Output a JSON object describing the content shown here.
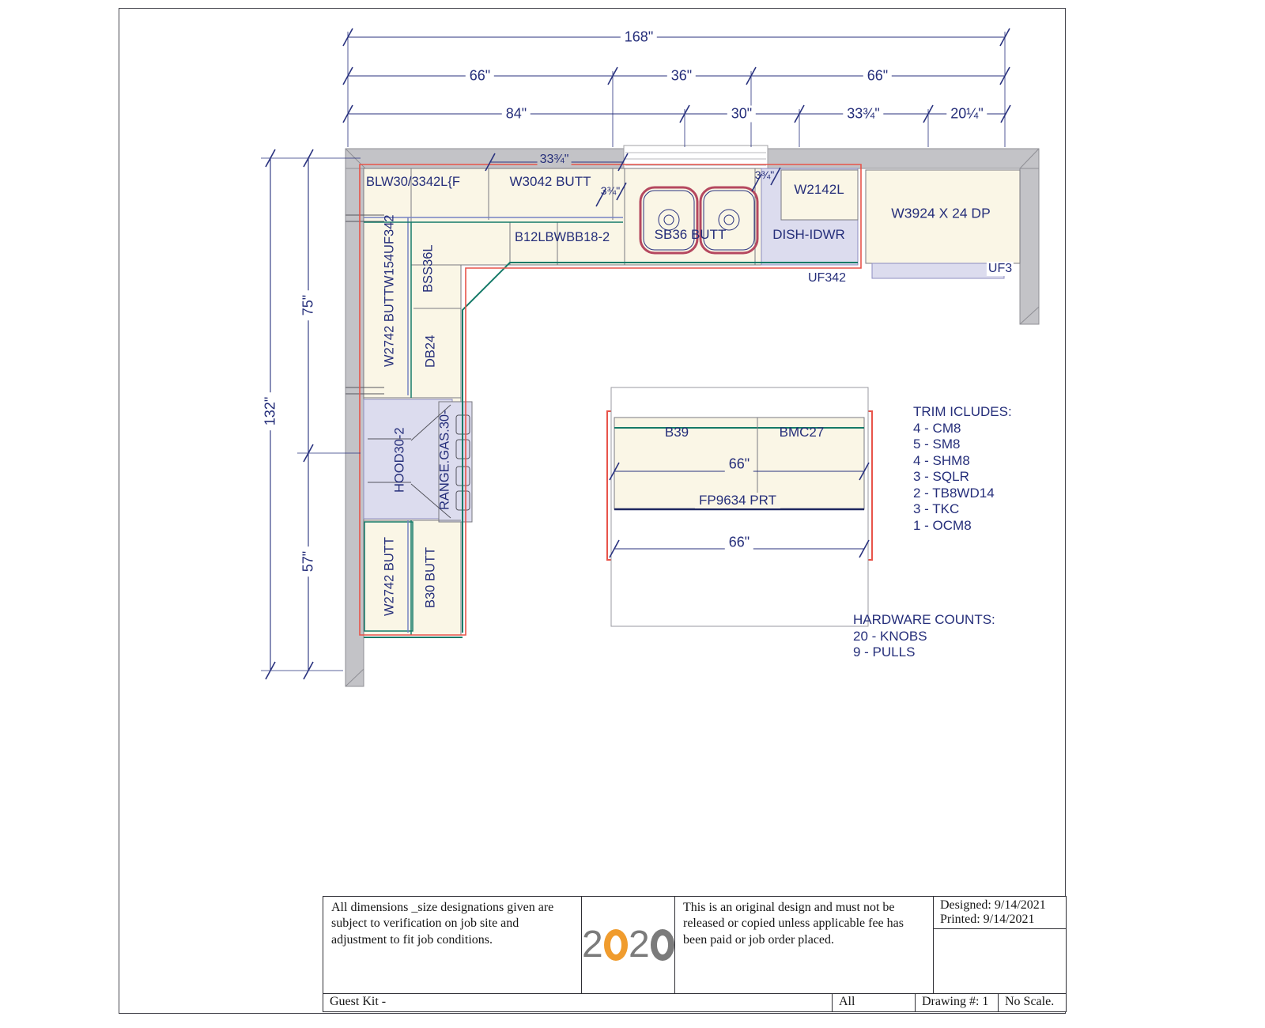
{
  "dimensions": {
    "top_total": "168\"",
    "row2": [
      "66\"",
      "36\"",
      "66\""
    ],
    "row3": [
      "84\"",
      "30\"",
      "33¾\"",
      "20¼\""
    ],
    "inner_width": "33¾\"",
    "filler_left": "3¾\"",
    "filler_right": "3¾\"",
    "left_total": "132\"",
    "left_upper": "75\"",
    "left_lower": "57\"",
    "island_top": "66\"",
    "island_bottom": "66\""
  },
  "cabinets": {
    "blw_corner": "BLW30/3342L{F",
    "w3042": "W3042 BUTT",
    "b12l": "B12LBWBB18-2",
    "sink": "SB36 BUTT",
    "w2142": "W2142L",
    "dishwasher": "DISH-IDWR",
    "w3924": "W3924 X 24 DP",
    "uf3": "UF3",
    "uf342": "UF342",
    "left_wall_stack": "W2742 BUTTW154UF342",
    "bss36l": "BSS36L",
    "db24": "DB24",
    "hood": "HOOD30-2",
    "range": "RANGE.GAS.30-",
    "w2742_lower": "W2742 BUTT",
    "b30": "B30 BUTT"
  },
  "island": {
    "b39": "B39",
    "bmc27": "BMC27",
    "fp": "FP9634 PRT"
  },
  "trim": {
    "title": "TRIM ICLUDES:",
    "items": [
      "4 - CM8",
      "5 - SM8",
      "4 - SHM8",
      "3 - SQLR",
      "2 - TB8WD14",
      "3 - TKC",
      "1 - OCM8"
    ]
  },
  "hardware": {
    "title": "HARDWARE COUNTS:",
    "items": [
      "20 - KNOBS",
      "9 - PULLS"
    ]
  },
  "titleblock": {
    "disclaimer": "All dimensions _size designations given are subject to verification on job site and adjustment to fit job conditions.",
    "notice": "This is an original design and must not be released or copied unless applicable fee has been paid or job order placed.",
    "designed": "Designed: 9/14/2021",
    "printed": "Printed: 9/14/2021",
    "project": "Guest Kit -",
    "sheet": "All",
    "drawing_no": "Drawing #: 1",
    "scale": "No Scale.",
    "logo_digit": "2"
  },
  "colors": {
    "line_navy": "#28317e",
    "outline_red": "#e8544a",
    "counter_teal": "#157a68",
    "backsplash_blue": "#7683c4",
    "wall_gray": "#c3c3c7",
    "cabinet_cream": "#faf6e6",
    "appliance_lavender": "#dcdcee",
    "logo_orange": "#f09c2e"
  }
}
